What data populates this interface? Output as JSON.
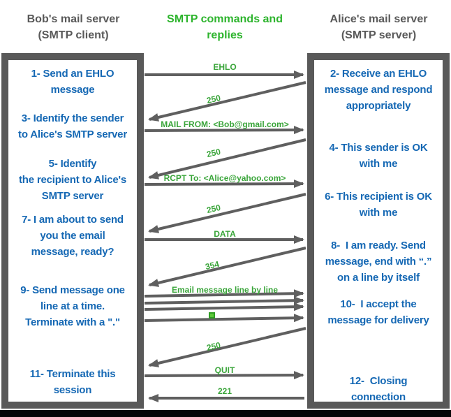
{
  "header": {
    "left": "Bob's mail server\n(SMTP client)",
    "center": "SMTP commands and\nreplies",
    "right": "Alice's mail server\n(SMTP server)"
  },
  "client_steps": [
    "1- Send an EHLO\nmessage",
    "3- Identify the sender\nto Alice's SMTP server",
    "5- Identify\nthe recipient to Alice's\nSMTP server",
    "7- I am about to send\nyou the email\nmessage, ready?",
    "9- Send message one\nline at a time.\nTerminate with a \".\"",
    "11- Terminate this\nsession"
  ],
  "server_steps": [
    "2- Receive an EHLO\nmessage and respond\nappropriately",
    "4- This sender is OK\nwith me",
    "6- This recipient is OK\nwith me",
    "8-  I am ready. Send\nmessage, end with “.”\non a line by itself",
    "10-  I accept the\nmessage for delivery",
    "12-  Closing\nconnection"
  ],
  "messages": [
    {
      "label": "EHLO",
      "from": "client"
    },
    {
      "label": "250",
      "from": "server"
    },
    {
      "label": "MAIL FROM: <Bob@gmail.com>",
      "from": "client"
    },
    {
      "label": "250",
      "from": "server"
    },
    {
      "label": "RCPT To: <Alice@yahoo.com>",
      "from": "client"
    },
    {
      "label": "250",
      "from": "server"
    },
    {
      "label": "DATA",
      "from": "client"
    },
    {
      "label": "354",
      "from": "server"
    },
    {
      "label": "Email message line by line",
      "from": "client"
    },
    {
      "label": "250",
      "from": "server"
    },
    {
      "label": "QUIT",
      "from": "client"
    },
    {
      "label": "221",
      "from": "server"
    }
  ],
  "icons": {
    "dot_terminator": "green-square"
  },
  "colors": {
    "step_text": "#1568b4",
    "header_green": "#2db42d",
    "label_green": "#3aa53a",
    "frame_gray": "#595959",
    "arrow_gray": "#5f5f5f",
    "footer_black": "#060606"
  }
}
